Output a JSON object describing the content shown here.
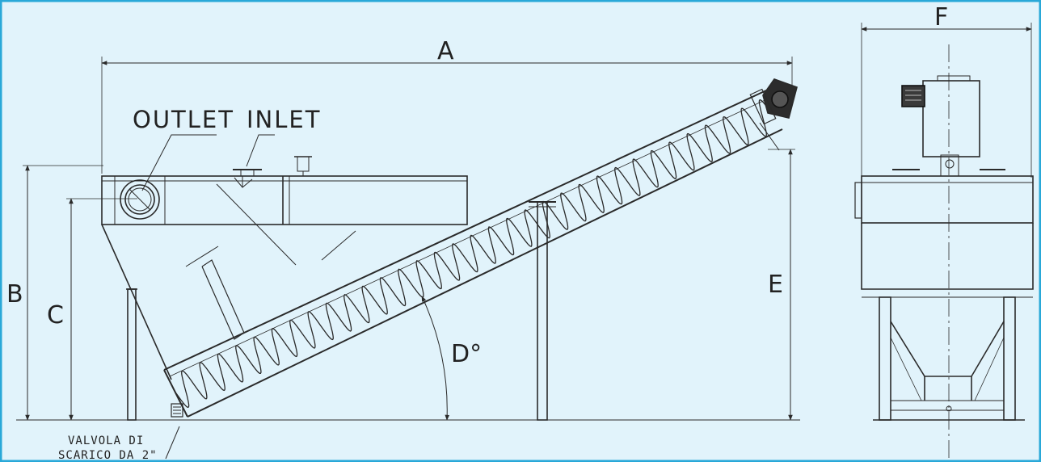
{
  "colors": {
    "background": "#e1f3fb",
    "border": "#29a8d8",
    "line": "#2a2a2a"
  },
  "labels": {
    "dim_a": "A",
    "dim_b": "B",
    "dim_c": "C",
    "dim_d": "D°",
    "dim_e": "E",
    "dim_f": "F",
    "outlet": "OUTLET",
    "inlet": "INLET",
    "drain_line1": "VALVOLA DI",
    "drain_line2": "SCARICO DA 2\""
  }
}
